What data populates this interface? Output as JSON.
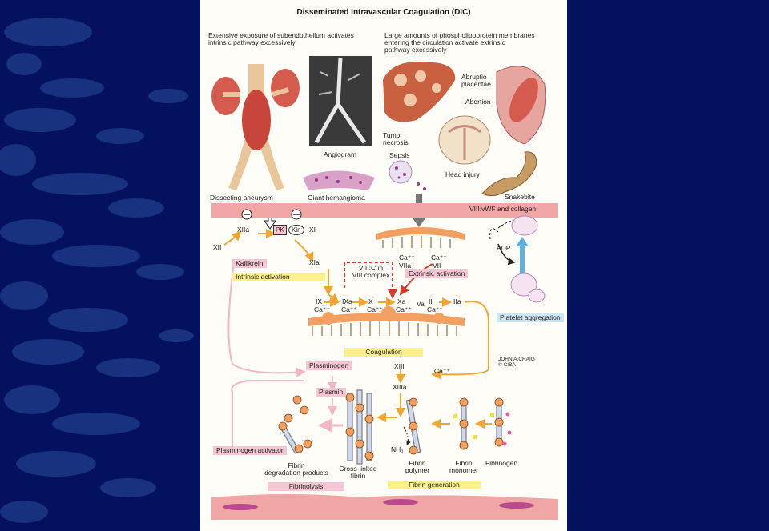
{
  "title": "Disseminated Intravascular Coagulation (DIC)",
  "intro_left": "Extensive exposure of subendothelium activates\nintrinsic pathway excessively",
  "intro_right": "Large amounts of phospholipoprotein membranes\nentering the circulation activate extrinsic\npathway excessively",
  "captions": {
    "angiogram": "Angiogram",
    "dissecting_aneurysm": "Dissecting aneurysm",
    "giant_hemangioma": "Giant hemangioma",
    "tumor_necrosis": "Tumor\nnecrosis",
    "sepsis": "Sepsis",
    "abruptio_placentae": "Abruptio\nplacentae",
    "abortion": "Abortion",
    "head_injury": "Head injury",
    "snakebite": "Snakebite",
    "vessel_wall": "VIII:vWF and collagen"
  },
  "factors": {
    "pk": "PK",
    "kin": "Kin",
    "xi": "XI",
    "xii": "XII",
    "xiia": "XIIa",
    "xia": "XIa",
    "ix": "IX",
    "ixa": "IXa",
    "x": "X",
    "xa": "Xa",
    "va": "Va",
    "ii": "II",
    "iia": "IIa",
    "ca": "Ca⁺⁺",
    "vii": "VII",
    "viia": "VIIa",
    "viii_complex": "VIII:C in\nVIII complex",
    "adp": "ADP",
    "xiii": "XIII",
    "xiiia": "XIIIa",
    "nh3": "NH₃"
  },
  "labels": {
    "kallikrein": "Kallikrein",
    "intrinsic_activation": "Intrinsic activation",
    "extrinsic_activation": "Extrinsic activation",
    "coagulation": "Coagulation",
    "plasminogen": "Plasminogen",
    "plasmin": "Plasmin",
    "plasminogen_activator": "Plasminogen\nactivator",
    "platelet_aggregation": "Platelet\naggregation",
    "fibrinolysis": "Fibrinolysis",
    "fibrin_generation": "Fibrin generation"
  },
  "fibrin": {
    "degradation_products": "Fibrin\ndegradation products",
    "cross_linked": "Cross-linked\nfibrin",
    "polymer": "Fibrin\npolymer",
    "monomer": "Fibrin\nmonomer",
    "fibrinogen": "Fibrinogen"
  },
  "signature": "JOHN A.CRAIG\n© CIBA",
  "colors": {
    "background": "#04115e",
    "slide": "#fffdf8",
    "orange_arrow": "#f2a531",
    "pink_arrow": "#f4b6c6",
    "red_dashed": "#d23a2a",
    "membrane": "#f2a061",
    "vessel": "#f1a6a6"
  }
}
